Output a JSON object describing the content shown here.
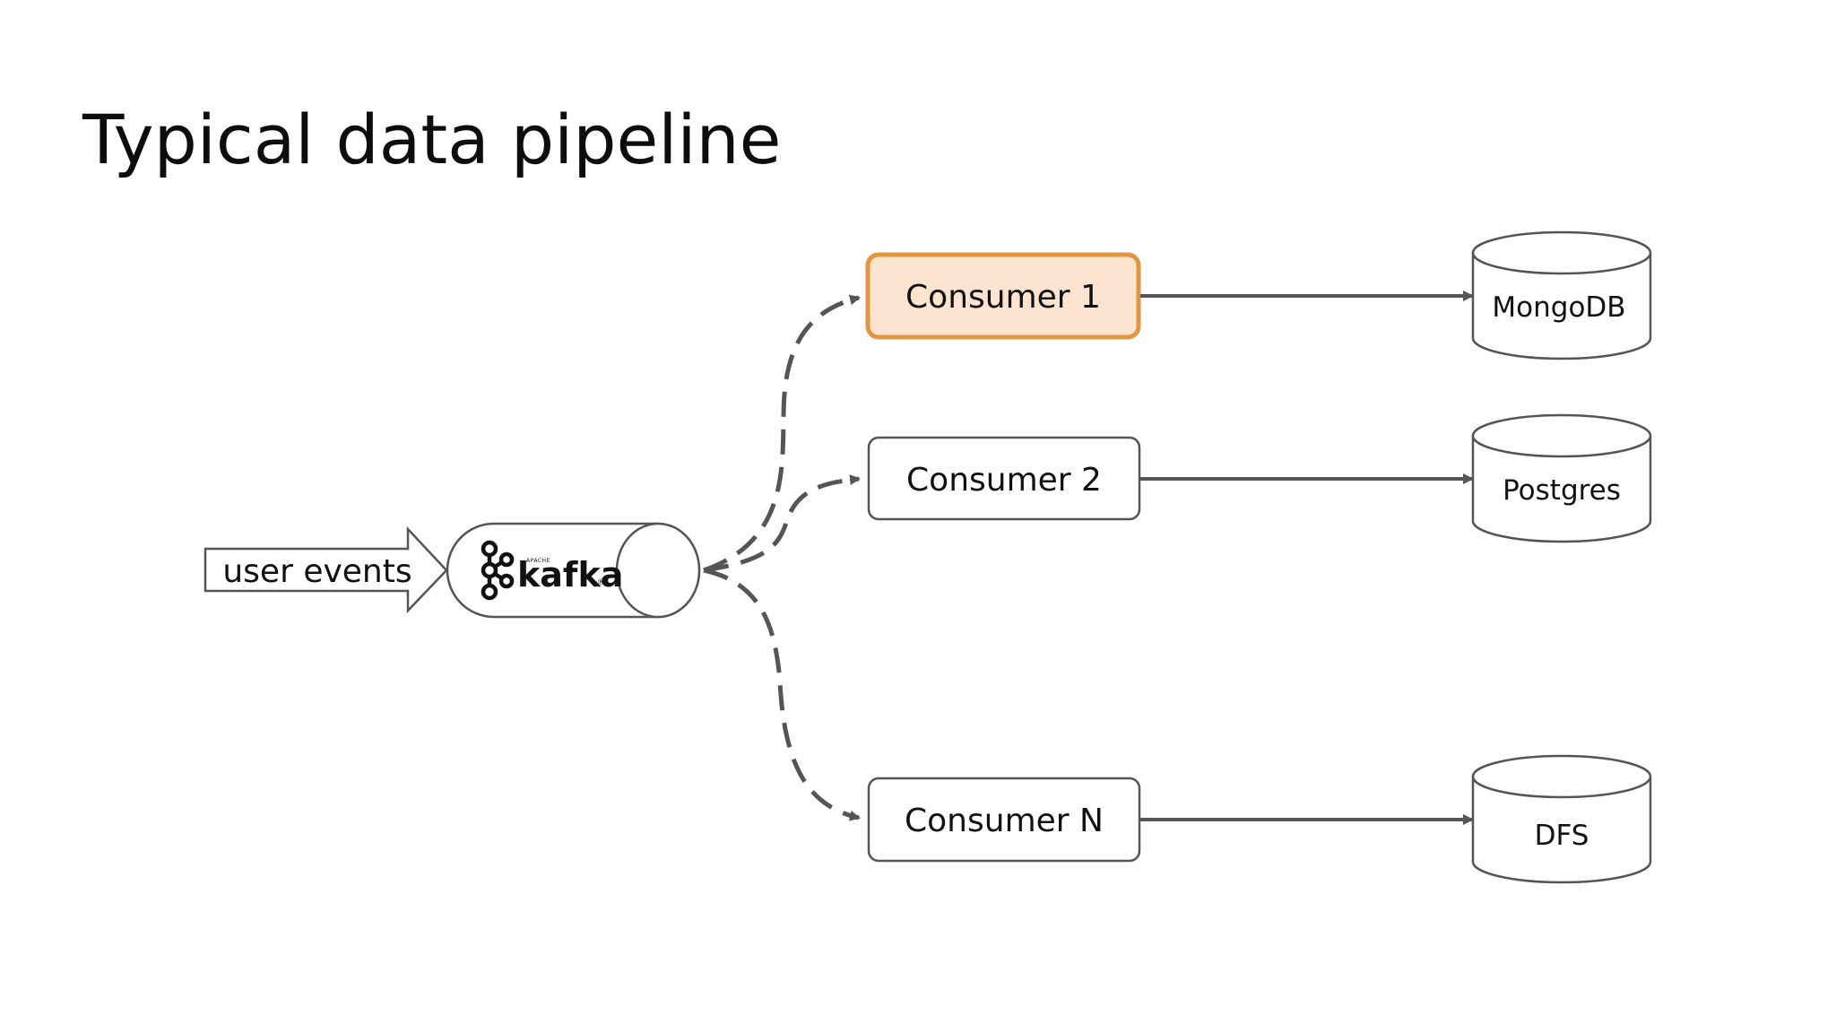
{
  "title": "Typical data pipeline",
  "source": {
    "label": "user events"
  },
  "broker": {
    "logo_prefix": "APACHE",
    "logo_word": "kafka",
    "logo_mark": "®"
  },
  "consumers": [
    {
      "label": "Consumer 1",
      "highlighted": true
    },
    {
      "label": "Consumer 2",
      "highlighted": false
    },
    {
      "label": "Consumer N",
      "highlighted": false
    }
  ],
  "stores": [
    {
      "label": "MongoDB"
    },
    {
      "label": "Postgres"
    },
    {
      "label": "DFS"
    }
  ],
  "colors": {
    "highlight_fill": "#fde4d0",
    "highlight_stroke": "#e3953f",
    "line": "#555555",
    "box_stroke": "#555555"
  }
}
